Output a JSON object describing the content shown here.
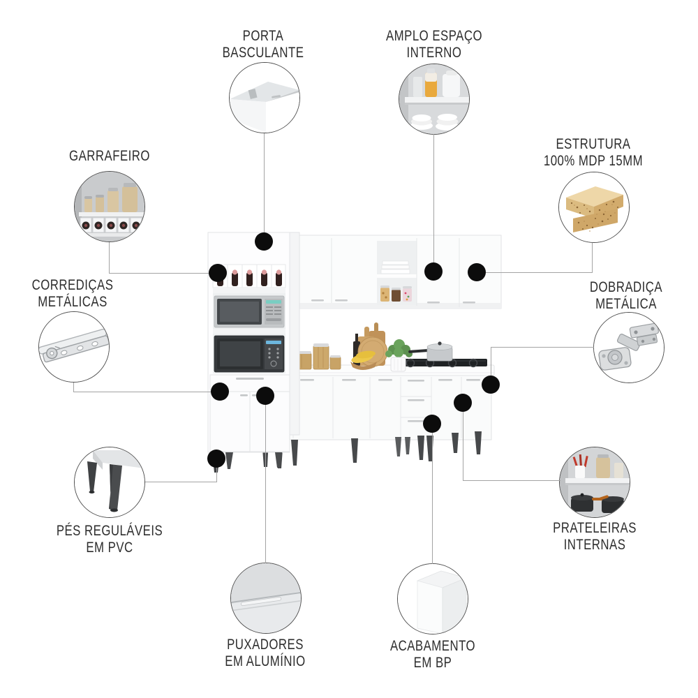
{
  "meta": {
    "type": "product-feature-infographic",
    "product": "white kitchen cabinet set",
    "colors": {
      "dot": "#0c0c0c",
      "connector": "#a3a3a3",
      "label_text": "#2d2d2d",
      "cabinet": "#fcfcfd",
      "background": "#ffffff"
    }
  },
  "callouts": [
    {
      "id": "porta-basculante",
      "icon": "flip-door-icon",
      "lines": [
        "PORTA",
        "BASCULANTE"
      ]
    },
    {
      "id": "amplo-espaco",
      "icon": "interior-space-icon",
      "lines": [
        "AMPLO ESPAÇO",
        "INTERNO"
      ]
    },
    {
      "id": "garrafeiro",
      "icon": "bottle-rack-icon",
      "lines": [
        "GARRAFEIRO"
      ]
    },
    {
      "id": "estrutura-mdp",
      "icon": "mdp-board-icon",
      "lines": [
        "ESTRUTURA",
        "100% MDP 15MM"
      ]
    },
    {
      "id": "corredicas",
      "icon": "metal-slide-icon",
      "lines": [
        "CORREDIÇAS",
        "METÁLICAS"
      ]
    },
    {
      "id": "dobradica",
      "icon": "metal-hinge-icon",
      "lines": [
        "DOBRADIÇA",
        "METÁLICA"
      ]
    },
    {
      "id": "pes-regulaveis",
      "icon": "adjustable-feet-icon",
      "lines": [
        "PÉS REGULÁVEIS",
        "EM PVC"
      ]
    },
    {
      "id": "prateleiras",
      "icon": "inner-shelves-icon",
      "lines": [
        "PRATELEIRAS",
        "INTERNAS"
      ]
    },
    {
      "id": "puxadores",
      "icon": "aluminum-handle-icon",
      "lines": [
        "PUXADORES",
        "EM ALUMÍNIO"
      ]
    },
    {
      "id": "acabamento-bp",
      "icon": "bp-finish-icon",
      "lines": [
        "ACABAMENTO",
        "EM BP"
      ]
    }
  ]
}
